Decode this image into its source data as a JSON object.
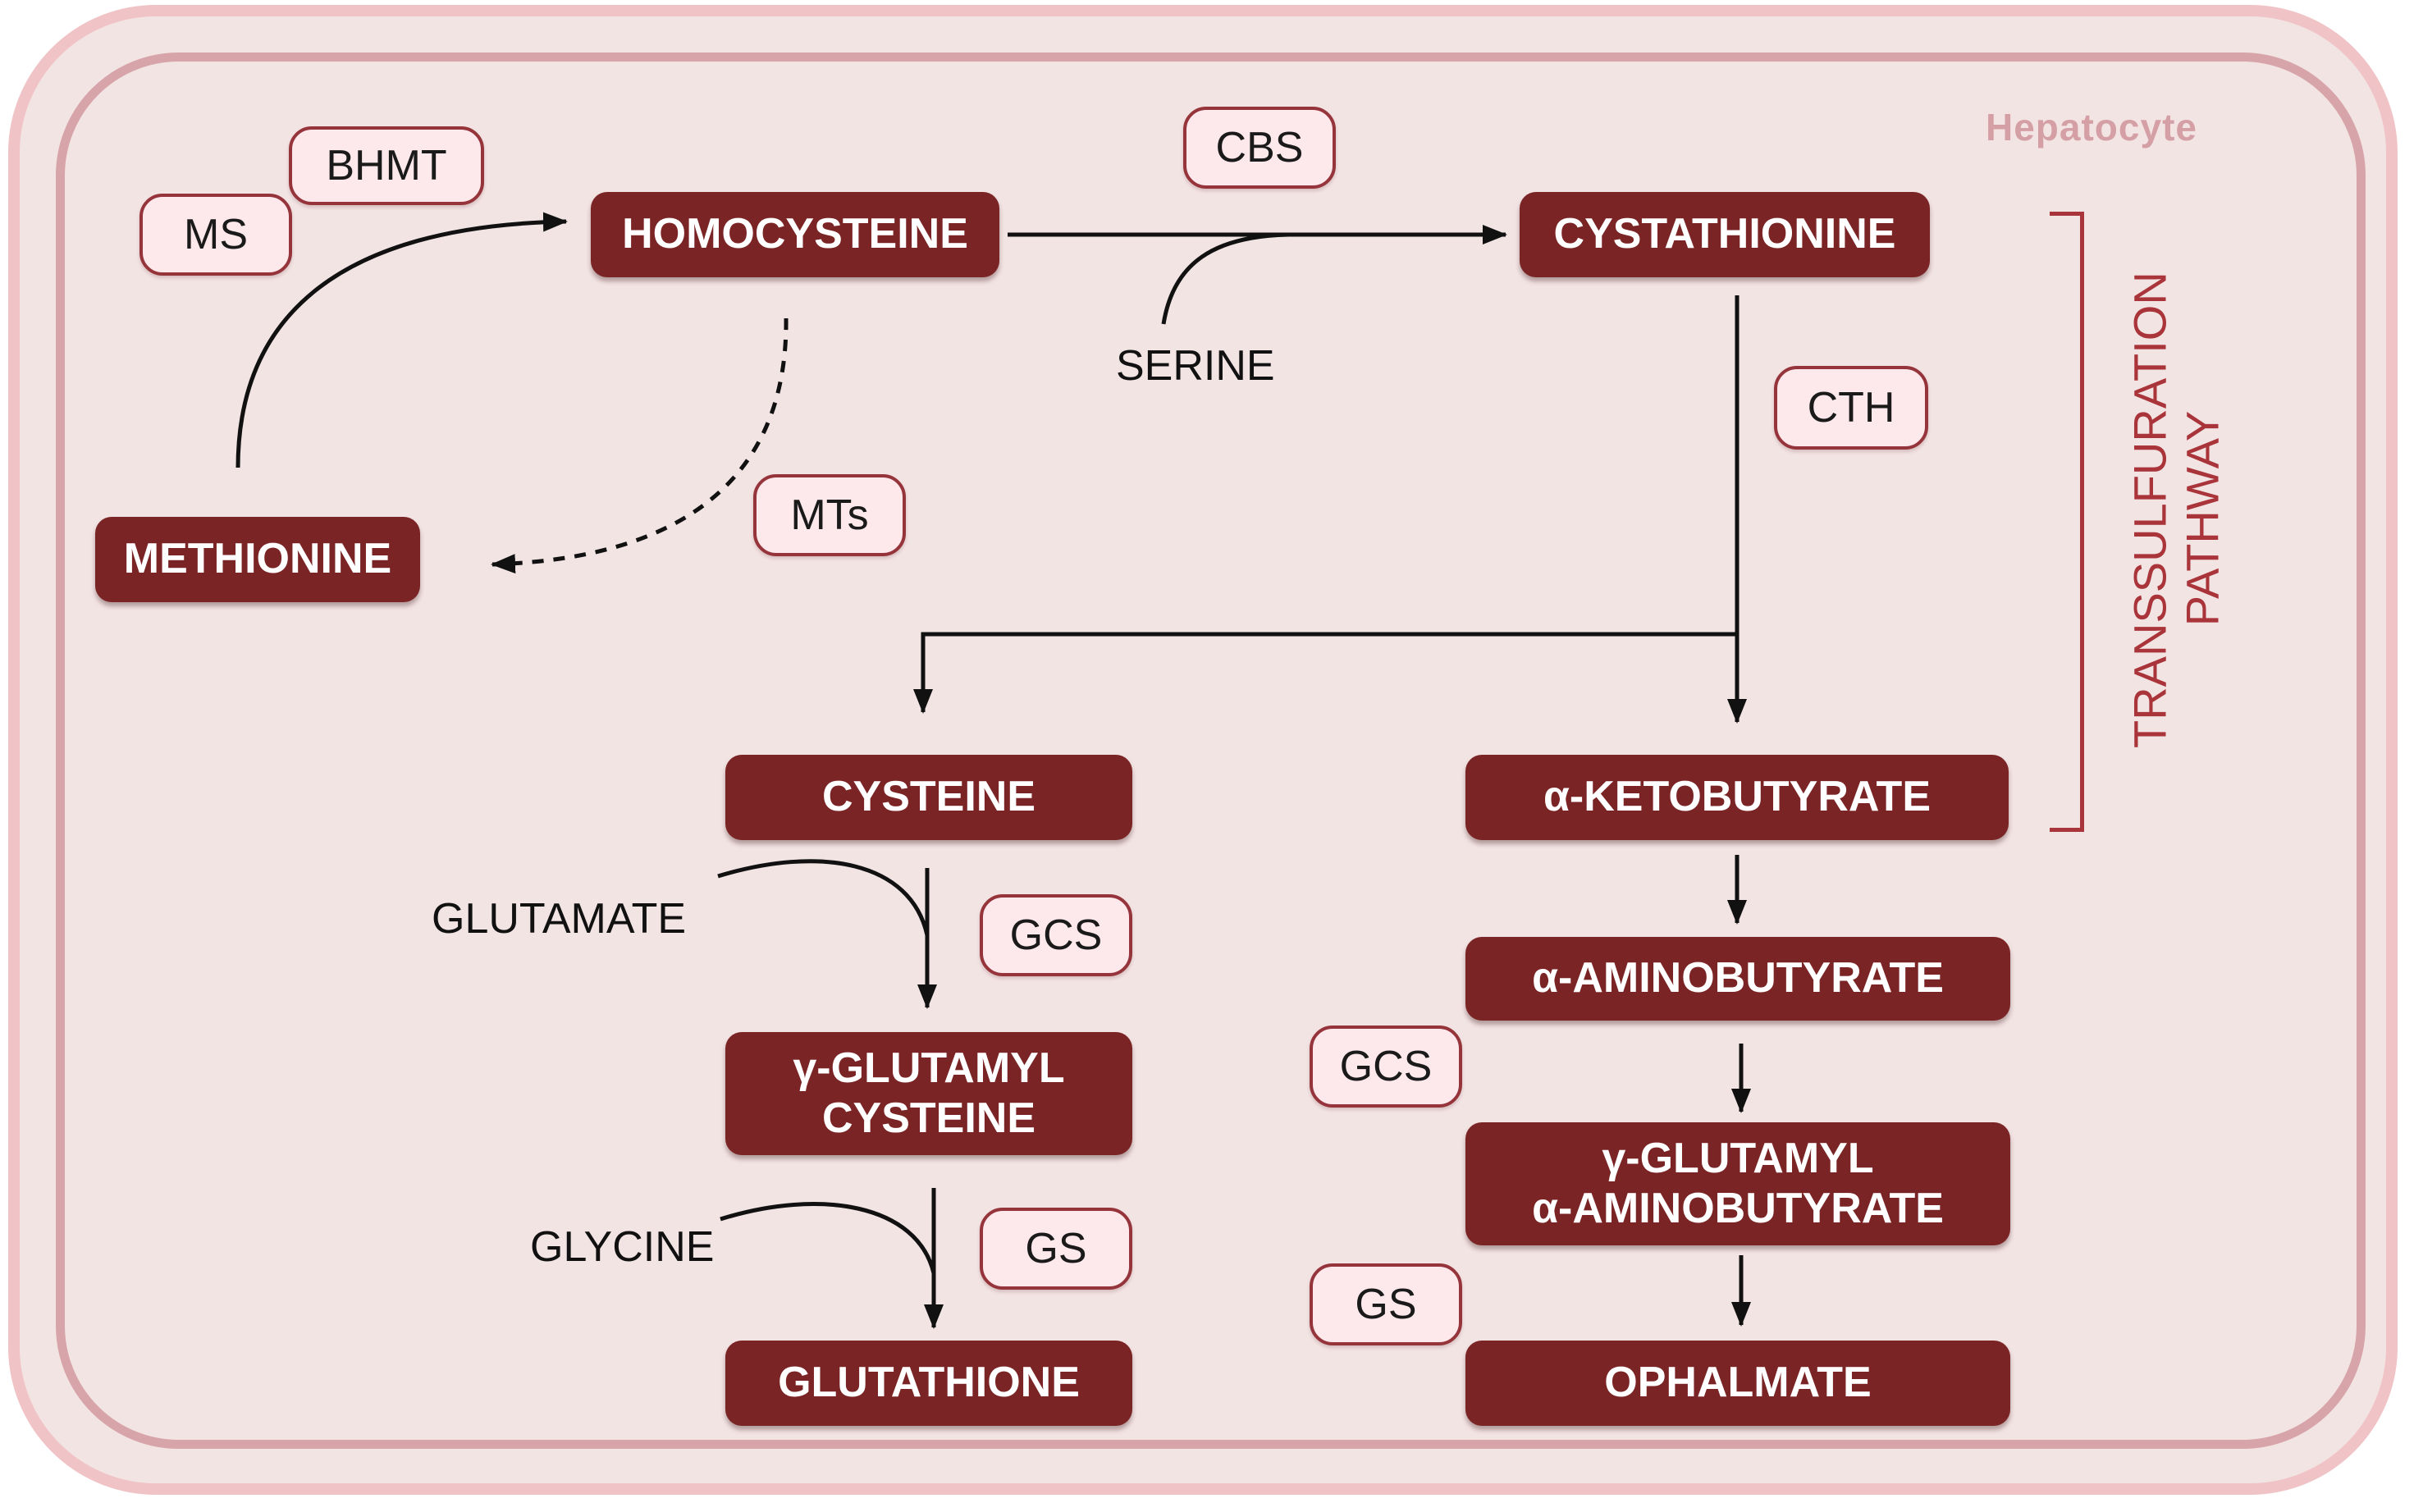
{
  "cell": {
    "label": "Hepatocyte"
  },
  "molecules": {
    "homocysteine": "HOMOCYSTEINE",
    "cystathionine": "CYSTATHIONINE",
    "methionine": "METHIONINE",
    "cysteine": "CYSTEINE",
    "ketobutyrate": "α-KETOBUTYRATE",
    "aminobutyrate": "α-AMINOBUTYRATE",
    "gamma_glutamyl_cysteine": "γ-GLUTAMYL\nCYSTEINE",
    "gamma_glutamyl_aminobutyrate": "γ-GLUTAMYL\nα-AMINOBUTYRATE",
    "glutathione": "GLUTATHIONE",
    "ophalmate": "OPHALMATE"
  },
  "enzymes": {
    "bhmt": "BHMT",
    "ms": "MS",
    "cbs": "CBS",
    "cth": "CTH",
    "mts": "MTs",
    "gcs_left": "GCS",
    "gs_left": "GS",
    "gcs_right": "GCS",
    "gs_right": "GS"
  },
  "substrates": {
    "serine": "SERINE",
    "glutamate": "GLUTAMATE",
    "glycine": "GLYCINE"
  },
  "pathway": {
    "label": "TRANSSULFURATION\nPATHWAY"
  },
  "colors": {
    "molecule_fill": "#7b2425",
    "enzyme_fill": "#fde8ec",
    "enzyme_border": "#96343b",
    "bracket": "#a9343a",
    "cell_fill": "#f3e4e4"
  }
}
